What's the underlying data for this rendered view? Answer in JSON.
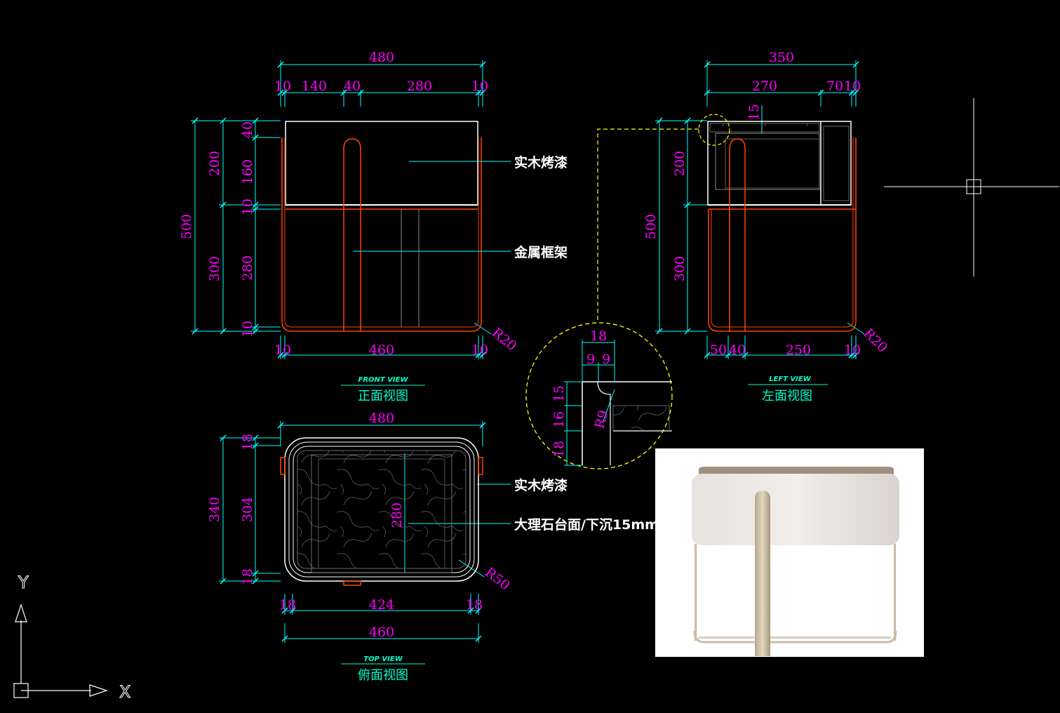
{
  "colors": {
    "background": "#000000",
    "dimension": "#ff00ff",
    "dim_line": "#00ffff",
    "frame": "#ff4500",
    "outline": "#ffffff",
    "detail": "#ffff00",
    "title": "#00ffcc"
  },
  "front": {
    "dims": {
      "top_total": "480",
      "top_a": "10",
      "top_b": "140",
      "top_c": "40",
      "top_d": "280",
      "top_e": "10",
      "left_total": "500",
      "left_upper": "200",
      "left_lower": "300",
      "left_s1": "40",
      "left_s2": "160",
      "left_s3": "10",
      "left_s4": "280",
      "left_s5": "10",
      "bottom_a": "10",
      "bottom_b": "460",
      "bottom_c": "10",
      "radius": "R20"
    },
    "notes": {
      "wood": "实木烤漆",
      "metal": "金属框架"
    },
    "title_en": "FRONT VIEW",
    "title_cn": "正面视图"
  },
  "left_view": {
    "dims": {
      "top_total": "350",
      "top_a": "270",
      "top_b": "70",
      "top_c": "10",
      "sink": "15",
      "left_total": "500",
      "left_upper": "200",
      "left_lower": "300",
      "bottom_a": "50",
      "bottom_b": "40",
      "bottom_c": "250",
      "bottom_d": "10",
      "radius": "R20"
    },
    "title_en": "LEFT VIEW",
    "title_cn": "左面视图"
  },
  "detail": {
    "dims": {
      "w": "18",
      "a": "9",
      "b": "9",
      "h1": "15",
      "h2": "16",
      "h3": "18",
      "radius": "R9"
    }
  },
  "top": {
    "dims": {
      "top_total": "480",
      "left_total": "340",
      "left_a": "18",
      "left_b": "304",
      "left_c": "18",
      "inner_h": "280",
      "bottom_a": "18",
      "bottom_b": "424",
      "bottom_c": "18",
      "bottom_total": "460",
      "radius": "R50"
    },
    "notes": {
      "wood": "实木烤漆",
      "marble": "大理石台面/下沉15mm"
    },
    "title_en": "TOP VIEW",
    "title_cn": "俯面视图"
  },
  "ucs": {
    "x": "X",
    "y": "Y"
  }
}
